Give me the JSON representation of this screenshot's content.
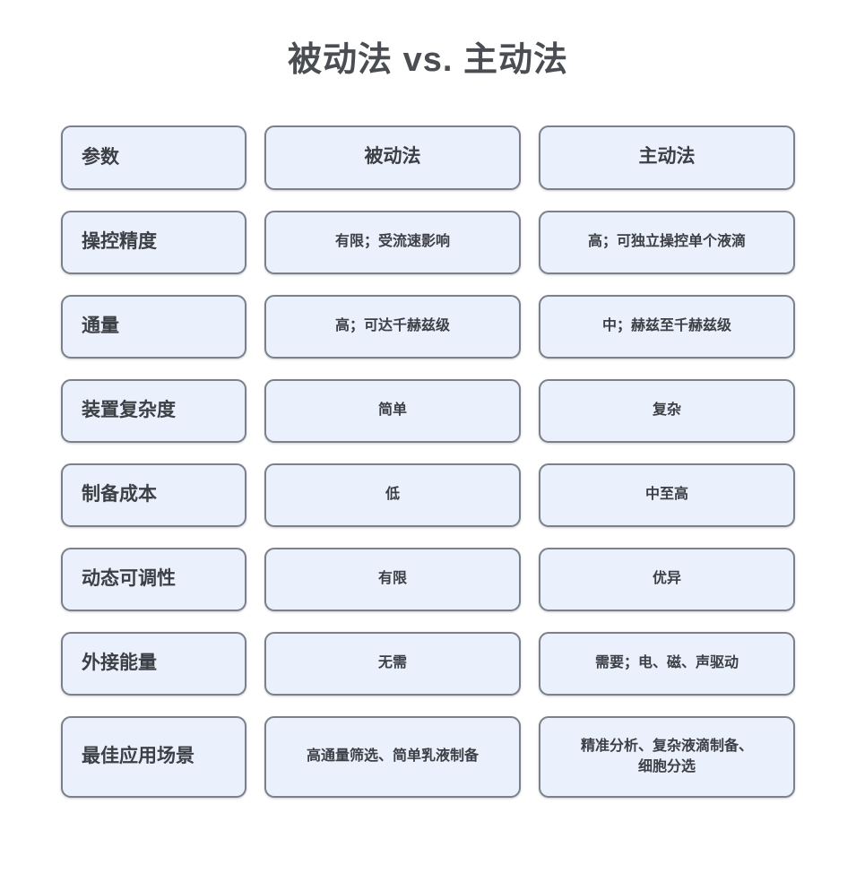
{
  "title": "被动法 vs. 主动法",
  "colors": {
    "cell_fill": "#eaf0fc",
    "cell_border": "#7b808a",
    "text": "#3c3f44",
    "title_text": "#4a4d52",
    "background": "#ffffff"
  },
  "table": {
    "headers": {
      "param": "参数",
      "passive": "被动法",
      "active": "主动法"
    },
    "rows": [
      {
        "param": "操控精度",
        "passive": "有限；受流速影响",
        "active": "高；可独立操控单个液滴"
      },
      {
        "param": "通量",
        "passive": "高；可达千赫兹级",
        "active": "中；赫兹至千赫兹级"
      },
      {
        "param": "装置复杂度",
        "passive": "简单",
        "active": "复杂"
      },
      {
        "param": "制备成本",
        "passive": "低",
        "active": "中至高"
      },
      {
        "param": "动态可调性",
        "passive": "有限",
        "active": "优异"
      },
      {
        "param": "外接能量",
        "passive": "无需",
        "active": "需要；电、磁、声驱动"
      },
      {
        "param": "最佳应用场景",
        "passive": "高通量筛选、简单乳液制备",
        "active": "精准分析、复杂液滴制备、\n细胞分选"
      }
    ]
  }
}
